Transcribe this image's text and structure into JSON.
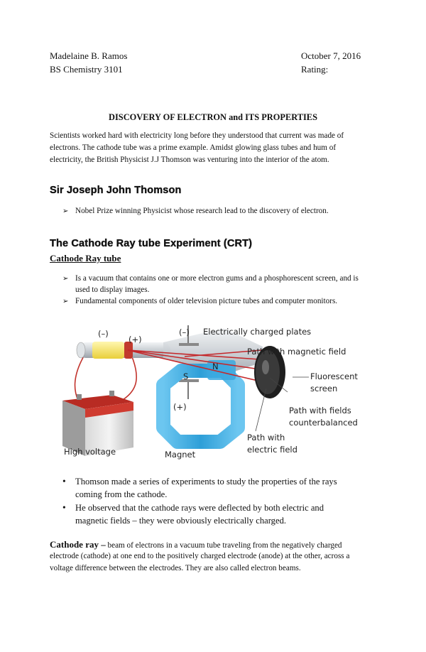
{
  "header": {
    "name": "Madelaine B. Ramos",
    "course": "BS Chemistry 3101",
    "date": "October 7, 2016",
    "rating": "Rating:"
  },
  "title": "DISCOVERY OF ELECTRON and ITS PROPERTIES",
  "intro": {
    "line1": "Scientists worked hard with electricity long before they understood that current was made of",
    "line2": "electrons. The cathode tube was a prime example. Amidst glowing glass tubes and hum of",
    "line3": "electricity, the British Physicist J.J Thomson was venturing into the interior of the atom."
  },
  "thomson": {
    "heading": "Sir Joseph John Thomson",
    "bullet1": "Nobel Prize winning Physicist whose research lead to the discovery of electron."
  },
  "crt": {
    "heading": "The Cathode Ray tube Experiment (CRT)",
    "subheading": "Cathode Ray tube",
    "bullet1_line1": "Is a vacuum that contains one or more electron gums and a phosphorescent screen, and is",
    "bullet1_line2": "used to display images.",
    "bullet2": "Fundamental components of older television picture tubes and computer monitors."
  },
  "diagram": {
    "minus_left": "(–)",
    "plus_left": "(+)",
    "minus_plate": "(–)",
    "plates": "Electrically charged plates",
    "path_magnetic": "Path with magnetic field",
    "s": "S",
    "n": "N",
    "fluorescent1": "Fluorescent",
    "fluorescent2": "screen",
    "plus_plate": "(+)",
    "counter1": "Path with fields",
    "counter2": "counterbalanced",
    "electric1": "Path with",
    "electric2": "electric field",
    "high_voltage": "High voltage",
    "magnet": "Magnet"
  },
  "observations": {
    "b1_line1": "Thomson made a series of experiments to study the properties of the rays",
    "b1_line2": "coming from the cathode.",
    "b2_line1": "He observed that the cathode rays were deflected by both electric and",
    "b2_line2": "magnetic fields – they were obviously electrically charged."
  },
  "definition": {
    "term": "Cathode ray –",
    "line1": " beam of electrons in a vacuum tube traveling from the negatively charged",
    "line2": "electrode (cathode) at one end to the positively charged electrode (anode) at the other, across a",
    "line3": "voltage difference between the electrodes. They are also called electron beams."
  },
  "icons": {
    "arrow_bullet": "arrow-bullet-icon",
    "round_bullet": "round-bullet-icon"
  }
}
